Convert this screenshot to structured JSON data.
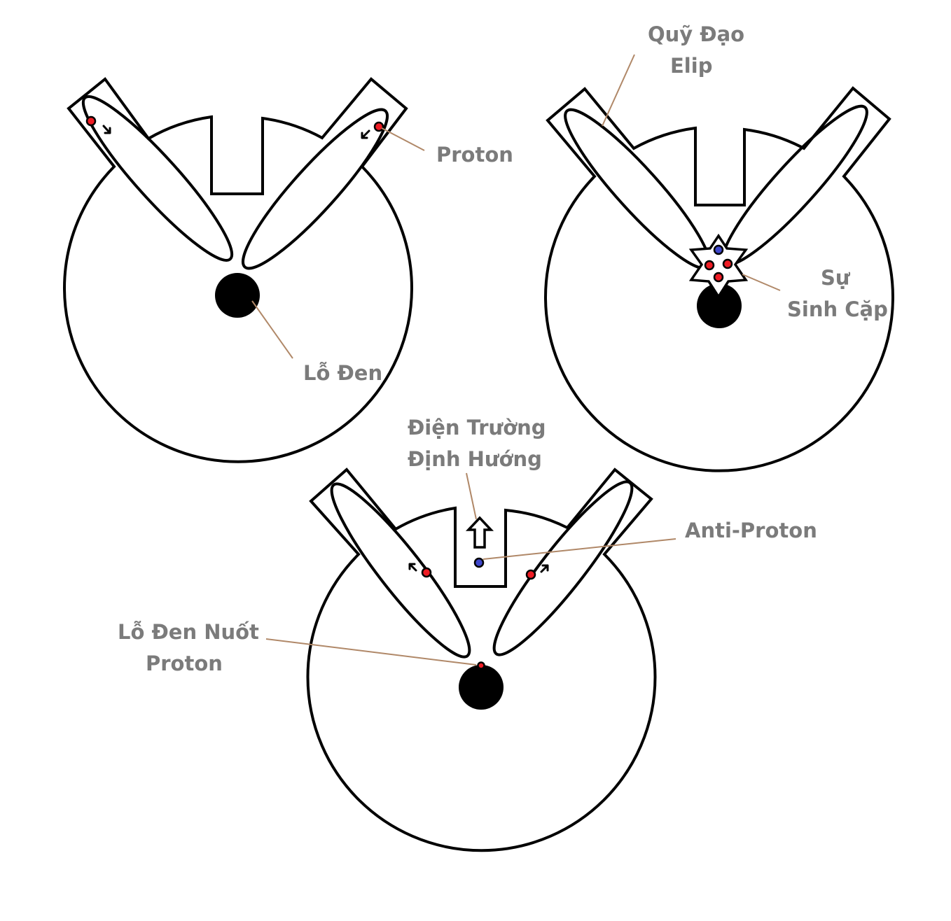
{
  "labels": {
    "proton": "Proton",
    "black_hole": "Lỗ Đen",
    "elliptical_orbit_line1": "Quỹ Đạo",
    "elliptical_orbit_line2": "Elip",
    "pair_production_line1": "Sự",
    "pair_production_line2": "Sinh Cặp",
    "directional_field_line1": "Điện Trường",
    "directional_field_line2": "Định Hướng",
    "anti_proton": "Anti-Proton",
    "black_hole_swallows_line1": "Lỗ Đen Nuốt",
    "black_hole_swallows_line2": "Proton"
  },
  "colors": {
    "label_text": "#7b7b7b",
    "leader_line": "#b08868",
    "proton": "#ee1c24",
    "anti_proton": "#3f48cc",
    "outline": "#000000",
    "black_hole": "#000000"
  }
}
